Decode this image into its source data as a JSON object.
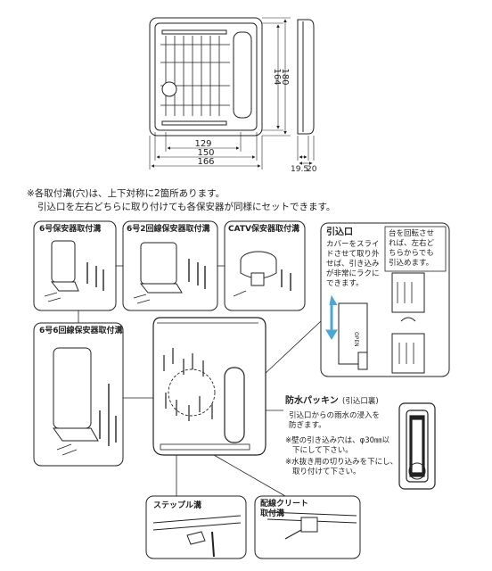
{
  "dimensions": {
    "d129": "129",
    "d150": "150",
    "d166": "166",
    "d164": "164",
    "d180": "180",
    "d19_5": "19.5",
    "d20": "20"
  },
  "notes": {
    "line1": "※各取付溝(穴)は、上下対称に2箇所あります。",
    "line2": "引込口を左右どちらに取り付けても各保安器が同様にセットできます。"
  },
  "panels": {
    "p1": "6号保安器取付溝",
    "p2": "6号2回線保安器取付溝",
    "p3": "CATV保安器取付溝",
    "p4": "6号6回線保安器取付溝"
  },
  "inlet": {
    "title": "引込口",
    "desc": [
      "カバーをスライ",
      "ドさせて取り外",
      "せば、引き込み",
      "が非常にラクに",
      "できます。"
    ],
    "rotate": [
      "台を回転させ",
      "れば、左右ど",
      "ちらからでも",
      "引込めます。"
    ],
    "open_label": "OPEN"
  },
  "packing": {
    "title": "防水パッキン",
    "sub": "(引込口裏)",
    "desc1": [
      "引込口からの雨水の浸入を",
      "防ぎます。"
    ],
    "note1": [
      "※壁の引き込み穴は、φ30㎜以",
      "下にして下さい。"
    ],
    "note2": [
      "※水抜き用の切り込みを下にし、",
      "取り付けて下さい。"
    ]
  },
  "bottom": {
    "staple": "ステップル溝",
    "cleat": [
      "配線クリート",
      "取付溝"
    ]
  }
}
